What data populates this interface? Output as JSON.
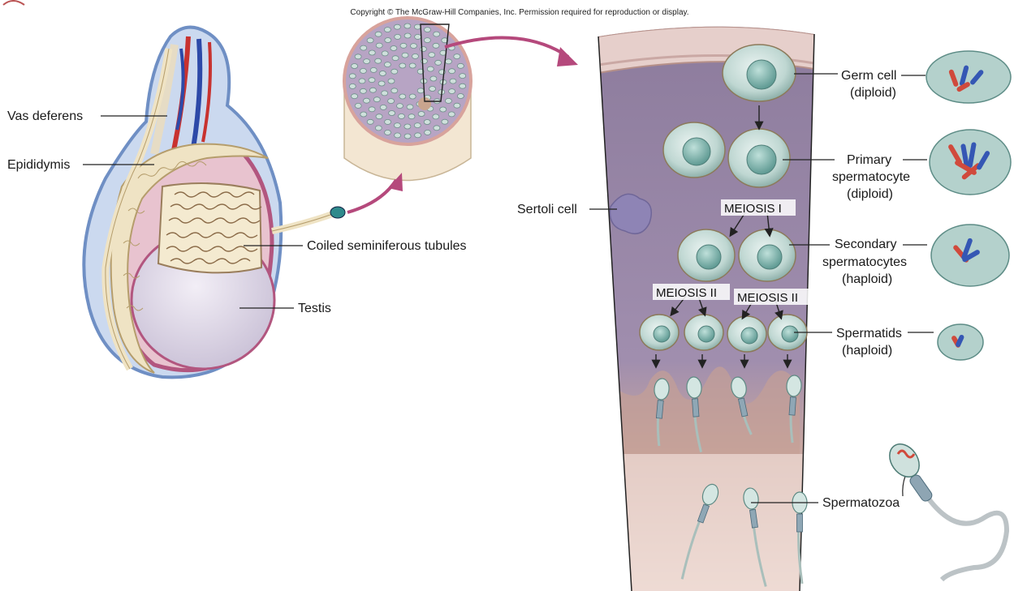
{
  "copyright": "Copyright © The McGraw-Hill Companies, Inc. Permission required for reproduction or display.",
  "labels": {
    "vas_deferens": "Vas deferens",
    "epididymis": "Epididymis",
    "coiled_tubules": "Coiled seminiferous tubules",
    "testis": "Testis",
    "sertoli_cell": "Sertoli cell",
    "meiosis_1": "MEIOSIS I",
    "meiosis_2": "MEIOSIS II",
    "germ_cell": "Germ cell",
    "germ_cell_ploidy": "(diploid)",
    "primary_1": "Primary",
    "primary_2": "spermatocyte",
    "primary_ploidy": "(diploid)",
    "secondary_1": "Secondary",
    "secondary_2": "spermatocytes",
    "secondary_ploidy": "(haploid)",
    "spermatids": "Spermatids",
    "spermatids_ploidy": "(haploid)",
    "spermatozoa": "Spermatozoa"
  },
  "colors": {
    "tubule_wall": "#8e7a9b",
    "cell_fill": "#cfe0dc",
    "nucleus": "#7fb0ab",
    "vessel_red": "#c8322f",
    "vessel_blue": "#2d49a8",
    "epididymis": "#efe3c4"
  }
}
